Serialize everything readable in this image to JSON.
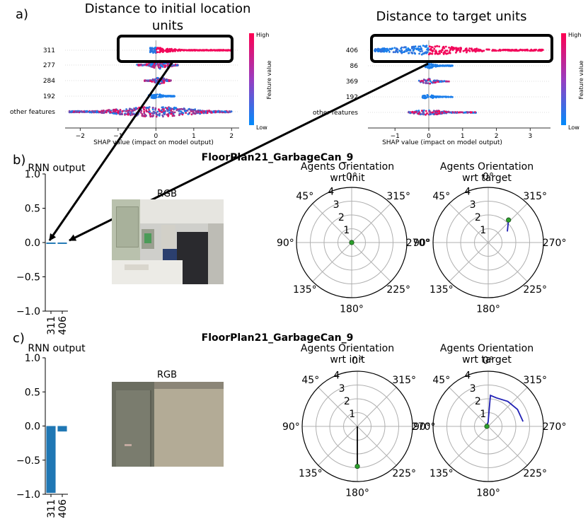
{
  "panel_a": {
    "label": "a)",
    "left": {
      "title": "Distance to initial location units",
      "xlabel": "SHAP value (impact on model output)",
      "features": [
        "311",
        "277",
        "284",
        "192",
        "other features"
      ],
      "xticks": [
        "−2",
        "−1",
        "0",
        "1",
        "2"
      ],
      "xlim": [
        -2.4,
        2.2
      ],
      "colorbar": {
        "high": "High",
        "low": "Low",
        "label": "Feature value"
      }
    },
    "right": {
      "title": "Distance to target units",
      "xlabel": "SHAP value (impact on model output)",
      "features": [
        "406",
        "86",
        "369",
        "192",
        "other features"
      ],
      "xticks": [
        "−1",
        "0",
        "1",
        "2",
        "3"
      ],
      "xlim": [
        -1.8,
        3.6
      ],
      "colorbar": {
        "high": "High",
        "low": "Low",
        "label": "Feature value"
      }
    },
    "colors": {
      "high": "#ff0051",
      "low": "#008bfb"
    }
  },
  "panel_b": {
    "label": "b)",
    "title": "FloorPlan21_GarbageCan_9",
    "bar_title": "RNN output",
    "rgb_title": "RGB",
    "polar_init_title": [
      "Agents Orientation",
      "wrt init"
    ],
    "polar_target_title": [
      "Agents Orientation",
      "wrt target"
    ]
  },
  "panel_c": {
    "label": "c)",
    "title": "FloorPlan21_GarbageCan_9",
    "bar_title": "RNN output",
    "rgb_title": "RGB",
    "polar_init_title": [
      "Agents Orientation",
      "wrt init"
    ],
    "polar_target_title": [
      "Agents Orientation",
      "wrt target"
    ]
  },
  "polar": {
    "angle_labels": [
      "0°",
      "45°",
      "90°",
      "135°",
      "180°",
      "225°",
      "270°",
      "315°"
    ],
    "radial_labels": [
      "1",
      "2",
      "3",
      "4"
    ],
    "rmax": 4
  },
  "chart_data": [
    {
      "type": "bar",
      "panel": "b",
      "title": "RNN output",
      "categories": [
        "311",
        "406"
      ],
      "values": [
        -0.02,
        -0.02
      ],
      "ylim": [
        -1.0,
        1.0
      ],
      "yticks": [
        "1.0",
        "0.5",
        "0.0",
        "−0.5",
        "−1.0"
      ],
      "color": "#1f77b4"
    },
    {
      "type": "bar",
      "panel": "c",
      "title": "RNN output",
      "categories": [
        "311",
        "406"
      ],
      "values": [
        -0.98,
        -0.08
      ],
      "ylim": [
        -1.0,
        1.0
      ],
      "yticks": [
        "1.0",
        "0.5",
        "0.0",
        "−0.5",
        "−1.0"
      ],
      "color": "#1f77b4"
    },
    {
      "type": "line",
      "panel": "b",
      "title": "Agents Orientation wrt init",
      "projection": "polar",
      "theta_deg": [
        0
      ],
      "r": [
        0
      ],
      "end_marker": "#2ca02c",
      "color": "#000000"
    },
    {
      "type": "line",
      "panel": "b",
      "title": "Agents Orientation wrt target",
      "projection": "polar",
      "theta_deg": [
        300,
        318
      ],
      "r": [
        1.6,
        2.2
      ],
      "end_marker": "#2ca02c",
      "color": "#1f1fb4"
    },
    {
      "type": "line",
      "panel": "c",
      "title": "Agents Orientation wrt init",
      "projection": "polar",
      "theta_deg": [
        180,
        180
      ],
      "r": [
        0,
        2.9
      ],
      "end_marker": "#2ca02c",
      "color": "#000000"
    },
    {
      "type": "line",
      "panel": "c",
      "title": "Agents Orientation wrt target",
      "projection": "polar",
      "theta_deg": [
        278,
        300,
        322,
        344,
        356,
        2,
        20,
        90
      ],
      "r": [
        2.55,
        2.45,
        2.3,
        2.15,
        2.25,
        0.3,
        0.2,
        0.1
      ],
      "end_marker": "#2ca02c",
      "color": "#1f1fb4"
    }
  ]
}
